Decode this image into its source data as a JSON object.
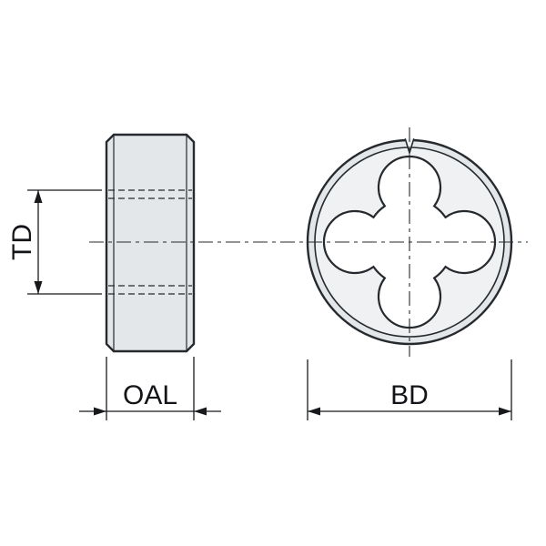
{
  "drawing": {
    "description_labels": {
      "thread_diameter": "TD",
      "overall_length": "OAL",
      "blank_diameter": "BD"
    },
    "colors": {
      "line": "#26292d",
      "body_fill": "#e4e7e9",
      "face_fill": "#eff1f3",
      "hole_fill": "#ffffff",
      "text": "#121417",
      "background": "#ffffff"
    }
  }
}
